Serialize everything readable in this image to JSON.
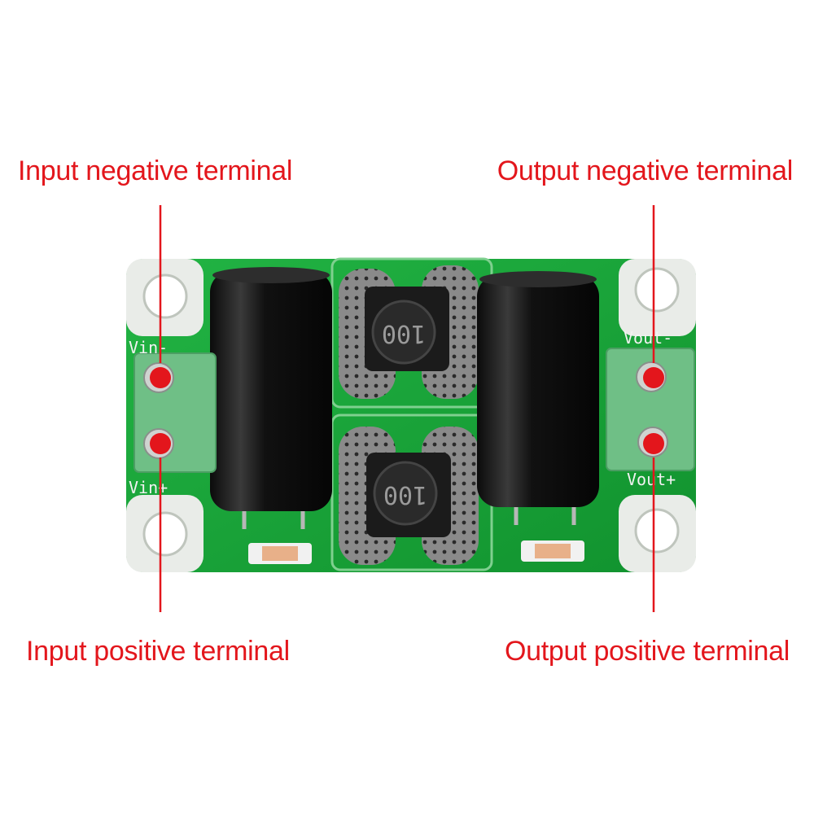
{
  "callouts": {
    "input_negative": "Input negative terminal",
    "output_negative": "Output negative terminal",
    "input_positive": "Input positive terminal",
    "output_positive": "Output positive terminal"
  },
  "silkscreen": {
    "vin_minus": "Vin-",
    "vin_plus": "Vin+",
    "vout_minus": "Vout-",
    "vout_plus": "Vout+",
    "inductor_top": "100",
    "inductor_bottom": "100"
  },
  "colors": {
    "callout": "#e3161c",
    "pcb": "#1aa53a",
    "terminal_block": "#6fbf86",
    "capacitor": "#151515",
    "pad": "#8e8e8e"
  }
}
